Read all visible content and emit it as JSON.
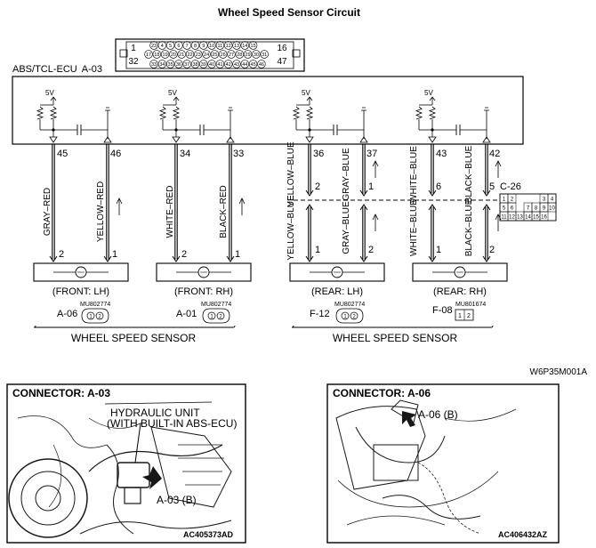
{
  "title": "Wheel Speed Sensor Circuit",
  "ecu": {
    "label": "ABS/TCL-ECU",
    "id": "A-03",
    "connector_pins_top": [
      "23",
      "4",
      "5",
      "6",
      "7",
      "8",
      "9",
      "10",
      "11",
      "12",
      "13",
      "14",
      "15"
    ],
    "connector_pins_mid": [
      "17",
      "18",
      "19",
      "20",
      "21",
      "22",
      "23",
      "24",
      "25",
      "26",
      "27",
      "28",
      "29",
      "30",
      "31"
    ],
    "connector_pins_bot": [
      "33",
      "34",
      "35",
      "36",
      "37",
      "38",
      "39",
      "40",
      "41",
      "42",
      "43",
      "44",
      "45",
      "46"
    ],
    "connector_left": [
      "1",
      "32"
    ],
    "connector_right": [
      "16",
      "47"
    ]
  },
  "supply": [
    "5V",
    "5V",
    "5V",
    "5V"
  ],
  "terminals": {
    "front_lh": [
      "45",
      "46"
    ],
    "front_rh": [
      "34",
      "33"
    ],
    "rear_lh": [
      "36",
      "37"
    ],
    "rear_rh": [
      "43",
      "42"
    ]
  },
  "wires": {
    "front_lh_a": "GRAY–RED",
    "front_lh_b": "YELLOW–RED",
    "front_rh_a": "WHITE–RED",
    "front_rh_b": "BLACK–RED",
    "rear_lh_upper_a": "YELLOW–BLUE",
    "rear_lh_upper_b": "GRAY–BLUE",
    "rear_lh_lower_a": "YELLOW–BLUE",
    "rear_lh_lower_b": "GRAY–BLUE",
    "rear_rh_upper_a": "WHITE–BLUE",
    "rear_rh_upper_b": "BLACK–BLUE",
    "rear_rh_lower_a": "WHITE–BLUE",
    "rear_rh_lower_b": "BLACK–BLUE"
  },
  "intermediate": {
    "label": "C-26",
    "pins_lh": [
      "2",
      "1"
    ],
    "pins_rh": [
      "6",
      "5"
    ],
    "grid": [
      "3",
      "4",
      "5",
      "6",
      "7",
      "8",
      "9",
      "10",
      "11",
      "12",
      "13",
      "14",
      "15",
      "16",
      "1",
      "2"
    ]
  },
  "sensor_pins": {
    "front_lh": [
      "2",
      "1"
    ],
    "front_rh": [
      "2",
      "1"
    ],
    "rear_lh": [
      "1",
      "2"
    ],
    "rear_rh": [
      "1",
      "2"
    ]
  },
  "sensors": {
    "front_lh": {
      "label": "(FRONT: LH)",
      "conn": "A-06",
      "part": "MU802774"
    },
    "front_rh": {
      "label": "(FRONT: RH)",
      "conn": "A-01",
      "part": "MU802774"
    },
    "rear_lh": {
      "label": "(REAR: LH)",
      "conn": "F-12",
      "part": "MU802774"
    },
    "rear_rh": {
      "label": "(REAR: RH)",
      "conn": "F-08",
      "part": "MU801674"
    }
  },
  "group_label_left": "WHEEL SPEED SENSOR",
  "group_label_right": "WHEEL SPEED SENSOR",
  "figure_code": "W6P35M001A",
  "photo_left": {
    "title": "CONNECTOR: A-03",
    "callout1": "HYDRAULIC UNIT",
    "callout2": "(WITH BUILT-IN ABS-ECU)",
    "arrow_label": "A-03 (B)",
    "code": "AC405373AD"
  },
  "photo_right": {
    "title": "CONNECTOR: A-06",
    "arrow_label": "A-06 (B)",
    "code": "AC406432AZ"
  }
}
